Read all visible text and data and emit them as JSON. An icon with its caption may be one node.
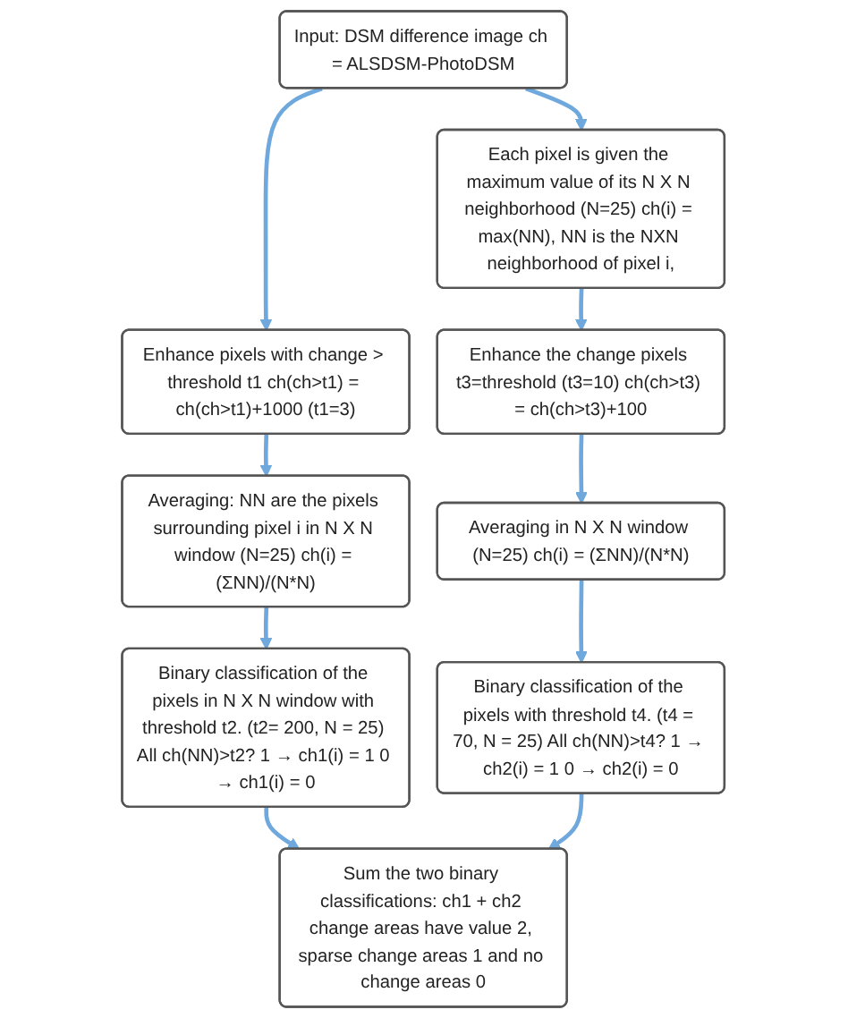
{
  "diagram": {
    "nodes": [
      {
        "text": [
          "Input: DSM difference image ch = ALSDSM-PhotoDSM"
        ]
      },
      {
        "text": [
          "Enhance pixels with change > threshold t1 ch(ch>t1) = ch(ch>t1)+1000 (t1=3)"
        ]
      },
      {
        "text": [
          "Averaging: NN are the pixels surrounding pixel i in N X N window (N=25) ch(i) = (ΣNN)/(N*N)"
        ]
      },
      {
        "text": [
          "Binary classification of the pixels in N X N window with threshold t2. (t2= 200, N = 25) All ch(NN)>t2? 1 → ch1(i) = 1 0 → ch1(i) = 0"
        ]
      },
      {
        "text": [
          "Each pixel is given the maximum value of its N X N neighborhood (N=25) ch(i) = max(NN), NN is the NXN neighborhood of pixel i,"
        ]
      },
      {
        "text": [
          "Enhance the change pixels t3=threshold (t3=10) ch(ch>t3) = ch(ch>t3)+100"
        ]
      },
      {
        "text": [
          "Averaging in N X N window (N=25) ch(i) = (ΣNN)/(N*N)"
        ]
      },
      {
        "text": [
          "Binary classification of the pixels with threshold t4. (t4 = 70, N = 25) All ch(NN)>t4? 1 → ch2(i) = 1 0 → ch2(i) = 0"
        ]
      },
      {
        "text": [
          "Sum the two binary classifications: ch1 + ch2 change areas have value 2, sparse change areas 1 and no change areas 0"
        ]
      }
    ],
    "edges": [
      {
        "from": 0,
        "to": 1,
        "arrow": "to"
      },
      {
        "from": 1,
        "to": 2,
        "arrow": "to"
      },
      {
        "from": 2,
        "to": 3,
        "arrow": "to"
      },
      {
        "from": 0,
        "to": 4,
        "arrow": "to"
      },
      {
        "from": 4,
        "to": 5,
        "arrow": "to"
      },
      {
        "from": 5,
        "to": 6,
        "arrow": "to"
      },
      {
        "from": 6,
        "to": 7,
        "arrow": "to"
      },
      {
        "from": 3,
        "to": 8,
        "arrow": "to"
      },
      {
        "from": 7,
        "to": 8,
        "arrow": "to"
      }
    ]
  }
}
